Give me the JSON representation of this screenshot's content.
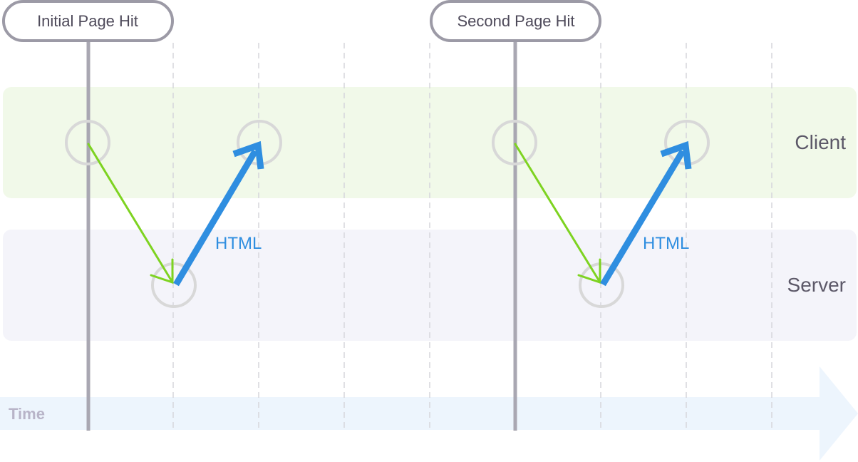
{
  "markers": [
    {
      "label": "Initial Page Hit"
    },
    {
      "label": "Second Page Hit"
    }
  ],
  "lanes": {
    "client": "Client",
    "server": "Server"
  },
  "response_label": "HTML",
  "time_label": "Time",
  "colors": {
    "client_lane": "#f1f9e9",
    "server_lane": "#f4f4fa",
    "time_band": "#edf5fd",
    "request_arrow": "#7ed321",
    "response_arrow": "#2f8ee0",
    "node_circle": "#d8d8d8",
    "timeline": "#a9a7b2",
    "grid_line": "#d4d4d8"
  }
}
